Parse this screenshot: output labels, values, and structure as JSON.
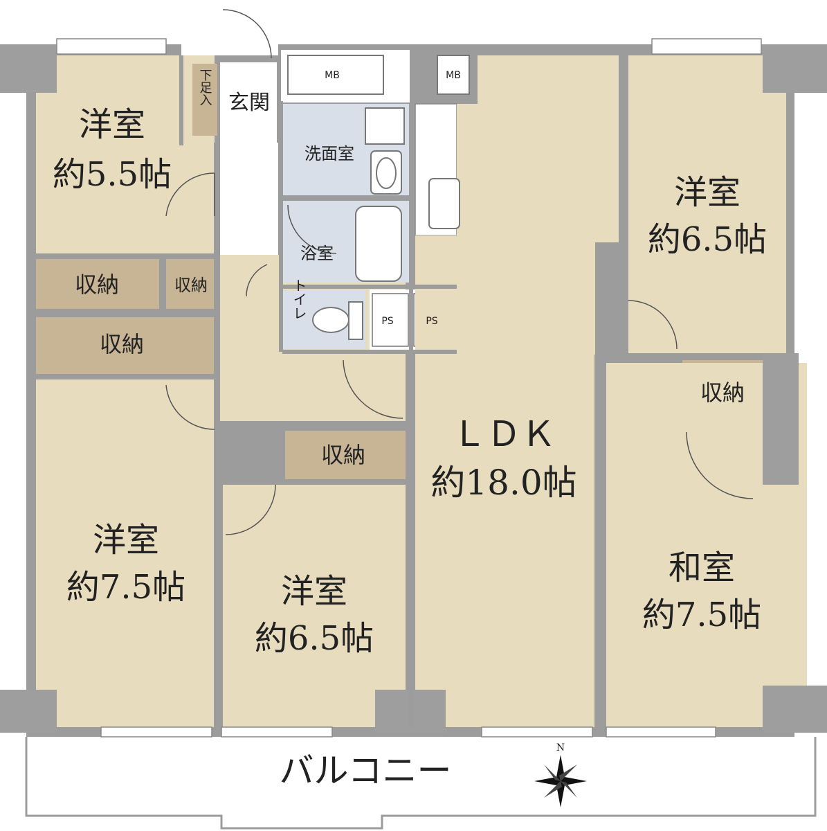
{
  "colors": {
    "room_fill": "#e8dcbf",
    "storage_fill": "#c8b596",
    "wet_fill": "#d9dfe9",
    "wall": "#9c9c9c",
    "column": "#9e9e9e",
    "ink": "#222222"
  },
  "rooms": {
    "western_a": {
      "name": "洋室",
      "size": "約5.5帖"
    },
    "western_b": {
      "name": "洋室",
      "size": "約6.5帖"
    },
    "western_c": {
      "name": "洋室",
      "size": "約7.5帖"
    },
    "western_d": {
      "name": "洋室",
      "size": "約6.5帖"
    },
    "ldk": {
      "name": "ＬＤＫ",
      "size": "約18.0帖"
    },
    "japanese": {
      "name": "和室",
      "size": "約7.5帖"
    }
  },
  "labels": {
    "entrance": "玄関",
    "shoe_box": "下足入",
    "washroom": "洗面室",
    "bathroom": "浴室",
    "toilet": "トイレ",
    "storage": "収納",
    "mb": "MB",
    "ps": "PS",
    "balcony": "バルコニー",
    "north": "N"
  }
}
